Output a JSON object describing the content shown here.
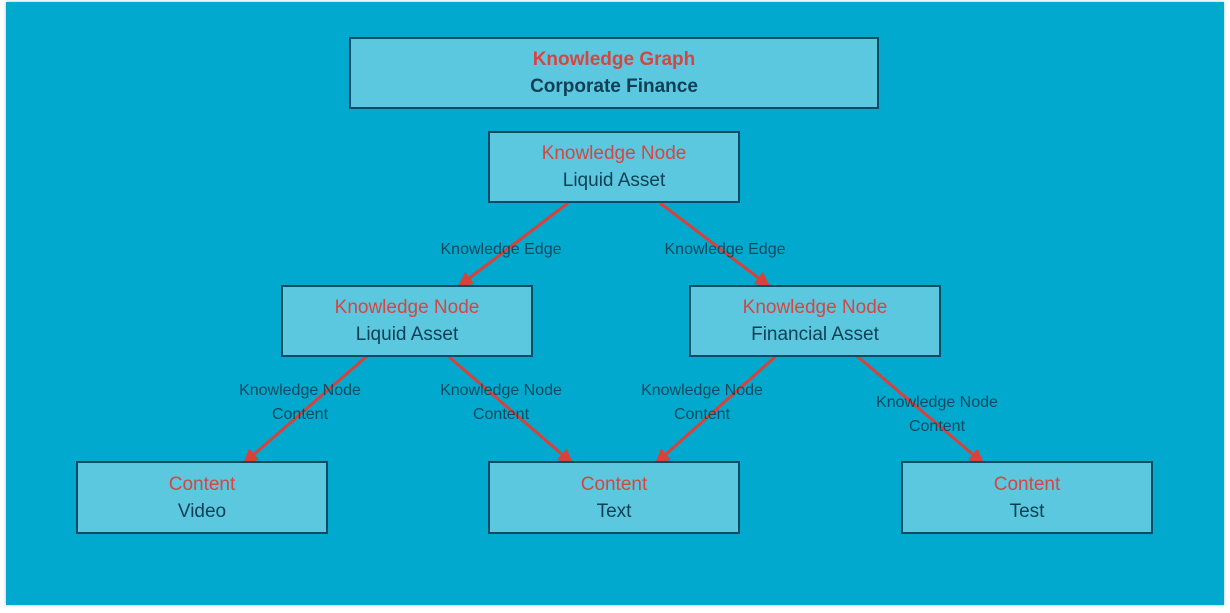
{
  "colors": {
    "background": "#00a9cd",
    "node_fill": "#5bc8df",
    "node_border": "#0d4c63",
    "node_type_text": "#d64541",
    "node_name_text": "#0e3f55",
    "edge": "#d9413a",
    "edge_label": "#104a5f"
  },
  "nodes": [
    {
      "id": "root",
      "type": "Knowledge Graph",
      "name": "Corporate Finance"
    },
    {
      "id": "n1",
      "type": "Knowledge Node",
      "name": "Liquid Asset"
    },
    {
      "id": "n2",
      "type": "Knowledge Node",
      "name": "Liquid Asset"
    },
    {
      "id": "n3",
      "type": "Knowledge Node",
      "name": "Financial Asset"
    },
    {
      "id": "c1",
      "type": "Content",
      "name": "Video"
    },
    {
      "id": "c2",
      "type": "Content",
      "name": "Text"
    },
    {
      "id": "c3",
      "type": "Content",
      "name": "Test"
    }
  ],
  "edges": [
    {
      "from": "n1",
      "to": "n2",
      "label": "Knowledge Edge"
    },
    {
      "from": "n1",
      "to": "n3",
      "label": "Knowledge Edge"
    },
    {
      "from": "n2",
      "to": "c1",
      "label_line1": "Knowledge Node",
      "label_line2": "Content"
    },
    {
      "from": "n2",
      "to": "c2",
      "label_line1": "Knowledge Node",
      "label_line2": "Content"
    },
    {
      "from": "n3",
      "to": "c2",
      "label_line1": "Knowledge Node",
      "label_line2": "Content"
    },
    {
      "from": "n3",
      "to": "c3",
      "label_line1": "Knowledge Node",
      "label_line2": "Content"
    }
  ]
}
